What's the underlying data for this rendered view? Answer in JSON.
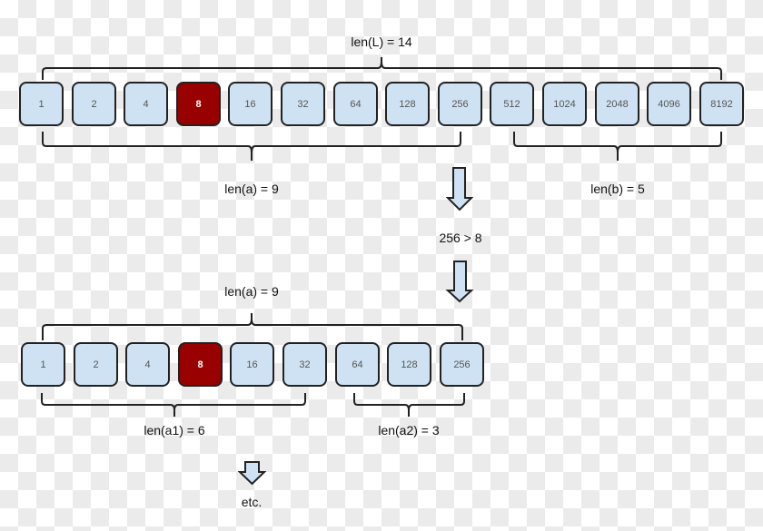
{
  "diagram": {
    "title": "Binary search list splitting",
    "top_row": {
      "values": [
        "1",
        "2",
        "4",
        "8",
        "16",
        "32",
        "64",
        "128",
        "256",
        "512",
        "1024",
        "2048",
        "4096",
        "8192"
      ],
      "highlighted_value": "8"
    },
    "bottom_row": {
      "values": [
        "1",
        "2",
        "4",
        "8",
        "16",
        "32",
        "64",
        "128",
        "256"
      ],
      "highlighted_value": "8"
    },
    "labels": {
      "len_L": "len(L) = 14",
      "len_a_top": "len(a) = 9",
      "len_b": "len(b) = 5",
      "comparison": "256 > 8",
      "len_a_bottom": "len(a) = 9",
      "len_a1": "len(a1) = 6",
      "len_a2": "len(a2) = 3",
      "etc": "etc."
    },
    "colors": {
      "box_fill": "#cfe2f3",
      "highlight_fill": "#990000",
      "outline": "#222222"
    }
  }
}
